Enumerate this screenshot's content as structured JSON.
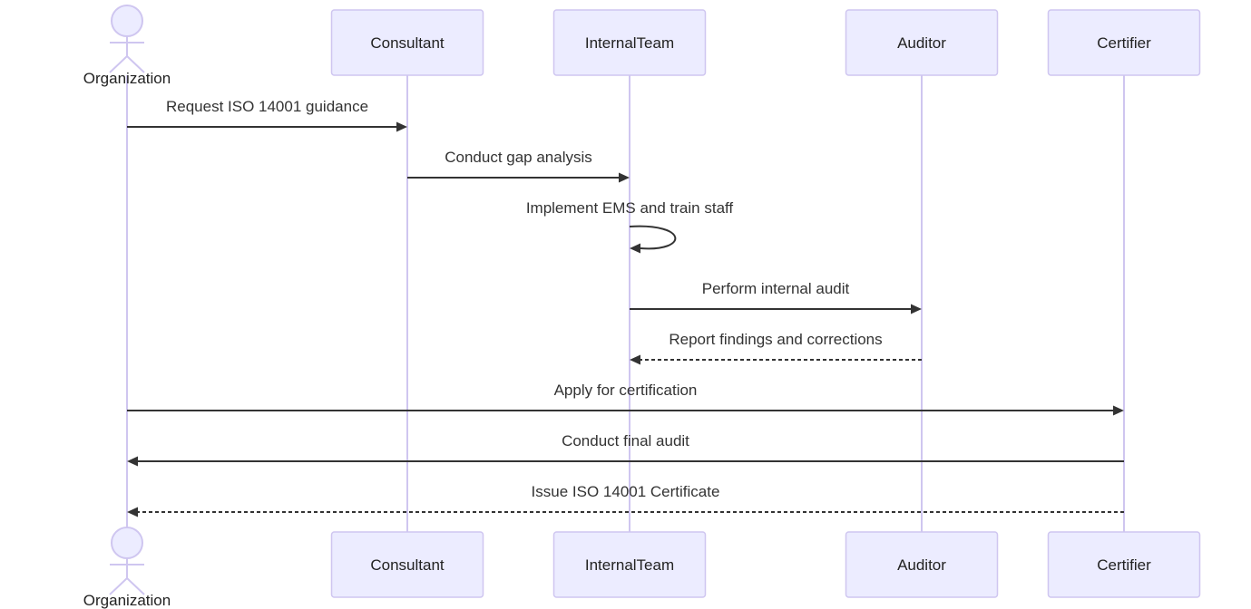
{
  "diagram": {
    "type": "sequence",
    "participants": [
      {
        "id": "Organization",
        "label": "Organization",
        "kind": "actor"
      },
      {
        "id": "Consultant",
        "label": "Consultant",
        "kind": "participant"
      },
      {
        "id": "InternalTeam",
        "label": "InternalTeam",
        "kind": "participant"
      },
      {
        "id": "Auditor",
        "label": "Auditor",
        "kind": "participant"
      },
      {
        "id": "Certifier",
        "label": "Certifier",
        "kind": "participant"
      }
    ],
    "messages": [
      {
        "from": "Organization",
        "to": "Consultant",
        "label": "Request ISO 14001 guidance",
        "style": "solid"
      },
      {
        "from": "Consultant",
        "to": "InternalTeam",
        "label": "Conduct gap analysis",
        "style": "solid"
      },
      {
        "from": "InternalTeam",
        "to": "InternalTeam",
        "label": "Implement EMS and train staff",
        "style": "solid"
      },
      {
        "from": "InternalTeam",
        "to": "Auditor",
        "label": "Perform internal audit",
        "style": "solid"
      },
      {
        "from": "Auditor",
        "to": "InternalTeam",
        "label": "Report findings and corrections",
        "style": "dashed"
      },
      {
        "from": "Organization",
        "to": "Certifier",
        "label": "Apply for certification",
        "style": "solid"
      },
      {
        "from": "Certifier",
        "to": "Organization",
        "label": "Conduct final audit",
        "style": "solid"
      },
      {
        "from": "Certifier",
        "to": "Organization",
        "label": "Issue ISO 14001 Certificate",
        "style": "dashed"
      }
    ],
    "colors": {
      "participant_fill": "#ececff",
      "participant_stroke": "#cfc6f0",
      "lifeline": "#cfc6f0",
      "message_line": "#333333"
    }
  }
}
